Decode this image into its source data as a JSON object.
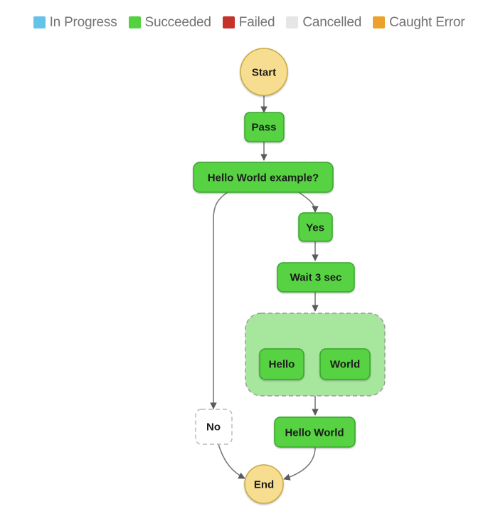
{
  "legend": {
    "items": [
      {
        "label": "In Progress",
        "color": "#64c3e8",
        "swatch_name": "legend-swatch-in-progress"
      },
      {
        "label": "Succeeded",
        "color": "#53d13f",
        "swatch_name": "legend-swatch-succeeded"
      },
      {
        "label": "Failed",
        "color": "#c4322a",
        "swatch_name": "legend-swatch-failed"
      },
      {
        "label": "Cancelled",
        "color": "#e6e6e6",
        "swatch_name": "legend-swatch-cancelled"
      },
      {
        "label": "Caught Error",
        "color": "#eda12d",
        "swatch_name": "legend-swatch-caught-error"
      }
    ]
  },
  "colors": {
    "succeeded_fill": "#56d243",
    "succeeded_stroke": "#38a52c",
    "terminal_fill": "#f7dd8f",
    "terminal_stroke": "#c9a93f",
    "inactive_fill": "#ffffff",
    "inactive_stroke": "#b7b7b7",
    "group_fill": "#a7e79d",
    "group_stroke": "#9a9a9a",
    "edge_stroke": "#7a7a7a",
    "label_text": "#1b1b1b",
    "legend_text": "#737373"
  },
  "graph": {
    "title": "state-machine-execution-graph",
    "nodes": [
      {
        "id": "start",
        "label": "Start",
        "type": "terminal",
        "status": "succeeded"
      },
      {
        "id": "pass",
        "label": "Pass",
        "type": "task",
        "status": "succeeded"
      },
      {
        "id": "choice",
        "label": "Hello World example?",
        "type": "task",
        "status": "succeeded"
      },
      {
        "id": "yes",
        "label": "Yes",
        "type": "task",
        "status": "succeeded"
      },
      {
        "id": "wait",
        "label": "Wait 3 sec",
        "type": "task",
        "status": "succeeded"
      },
      {
        "id": "parallel",
        "label": "",
        "type": "group",
        "status": "succeeded"
      },
      {
        "id": "hello",
        "label": "Hello",
        "type": "task",
        "status": "succeeded"
      },
      {
        "id": "world",
        "label": "World",
        "type": "task",
        "status": "succeeded"
      },
      {
        "id": "no",
        "label": "No",
        "type": "task",
        "status": "not-run"
      },
      {
        "id": "hello_world",
        "label": "Hello World",
        "type": "task",
        "status": "succeeded"
      },
      {
        "id": "end",
        "label": "End",
        "type": "terminal",
        "status": "succeeded"
      }
    ],
    "edges": [
      {
        "from": "start",
        "to": "pass"
      },
      {
        "from": "pass",
        "to": "choice"
      },
      {
        "from": "choice",
        "to": "no"
      },
      {
        "from": "choice",
        "to": "yes"
      },
      {
        "from": "yes",
        "to": "wait"
      },
      {
        "from": "wait",
        "to": "parallel"
      },
      {
        "from": "parallel",
        "to": "hello"
      },
      {
        "from": "parallel",
        "to": "world"
      },
      {
        "from": "parallel",
        "to": "hello_world"
      },
      {
        "from": "no",
        "to": "end"
      },
      {
        "from": "hello_world",
        "to": "end"
      }
    ]
  }
}
